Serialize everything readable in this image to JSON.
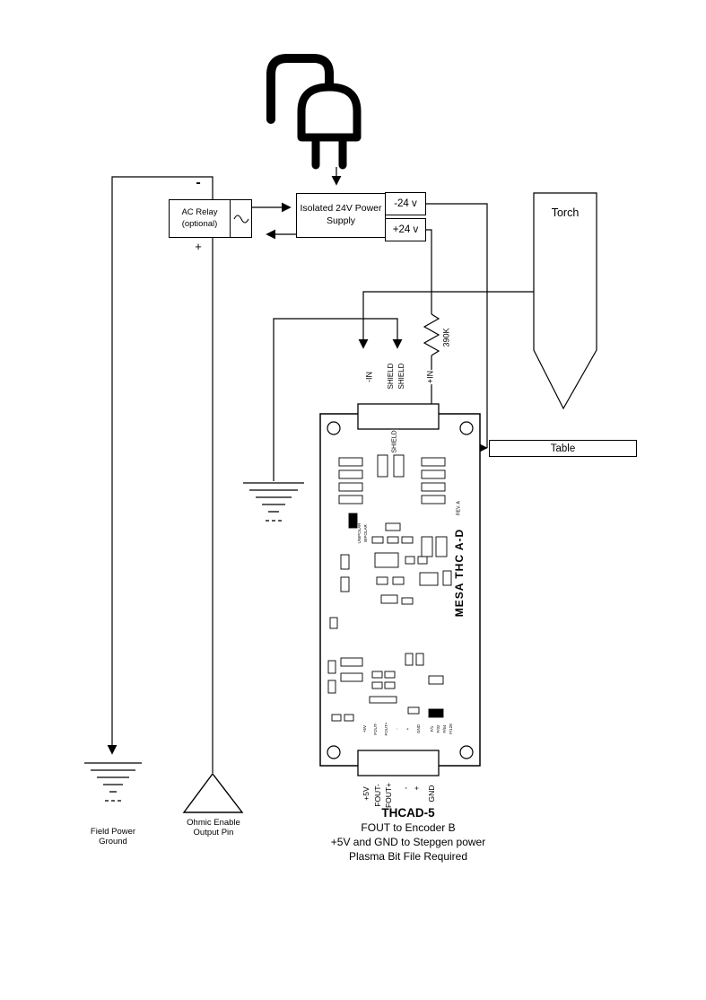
{
  "power": {
    "minus": "-",
    "plus": "+",
    "relay_line1": "AC Relay",
    "relay_line2": "(optional)",
    "supply_line1": "Isolated 24V Power",
    "supply_line2": "Supply",
    "neg24": "-24 v",
    "pos24": "+24 v"
  },
  "plasma": {
    "torch": "Torch",
    "table": "Table",
    "resistor": "390K"
  },
  "grounds": {
    "field_line1": "Field Power",
    "field_line2": "Ground",
    "ohmic_line1": "Ohmic Enable",
    "ohmic_line2": "Output Pin"
  },
  "board": {
    "top_pins": [
      "-IN",
      "SHIELD",
      "SHIELD",
      "+IN"
    ],
    "bottom_pins": [
      "+5V",
      "FOUT-",
      "FOUT+",
      "-",
      "+",
      "GND"
    ],
    "silk_shield": "SHIELD",
    "brand": "MESA THC A-D",
    "rev": "REV. A",
    "unipolar": "UNIPOLAR",
    "bipolar": "BIPOLAR",
    "jumper_labels": [
      "F/1",
      "F/32",
      "F/64",
      "F/128"
    ]
  },
  "footer": {
    "title": "THCAD-5",
    "line1": "FOUT to  Encoder B",
    "line2": "+5V and GND to Stepgen power",
    "line3": "Plasma Bit File Required"
  }
}
